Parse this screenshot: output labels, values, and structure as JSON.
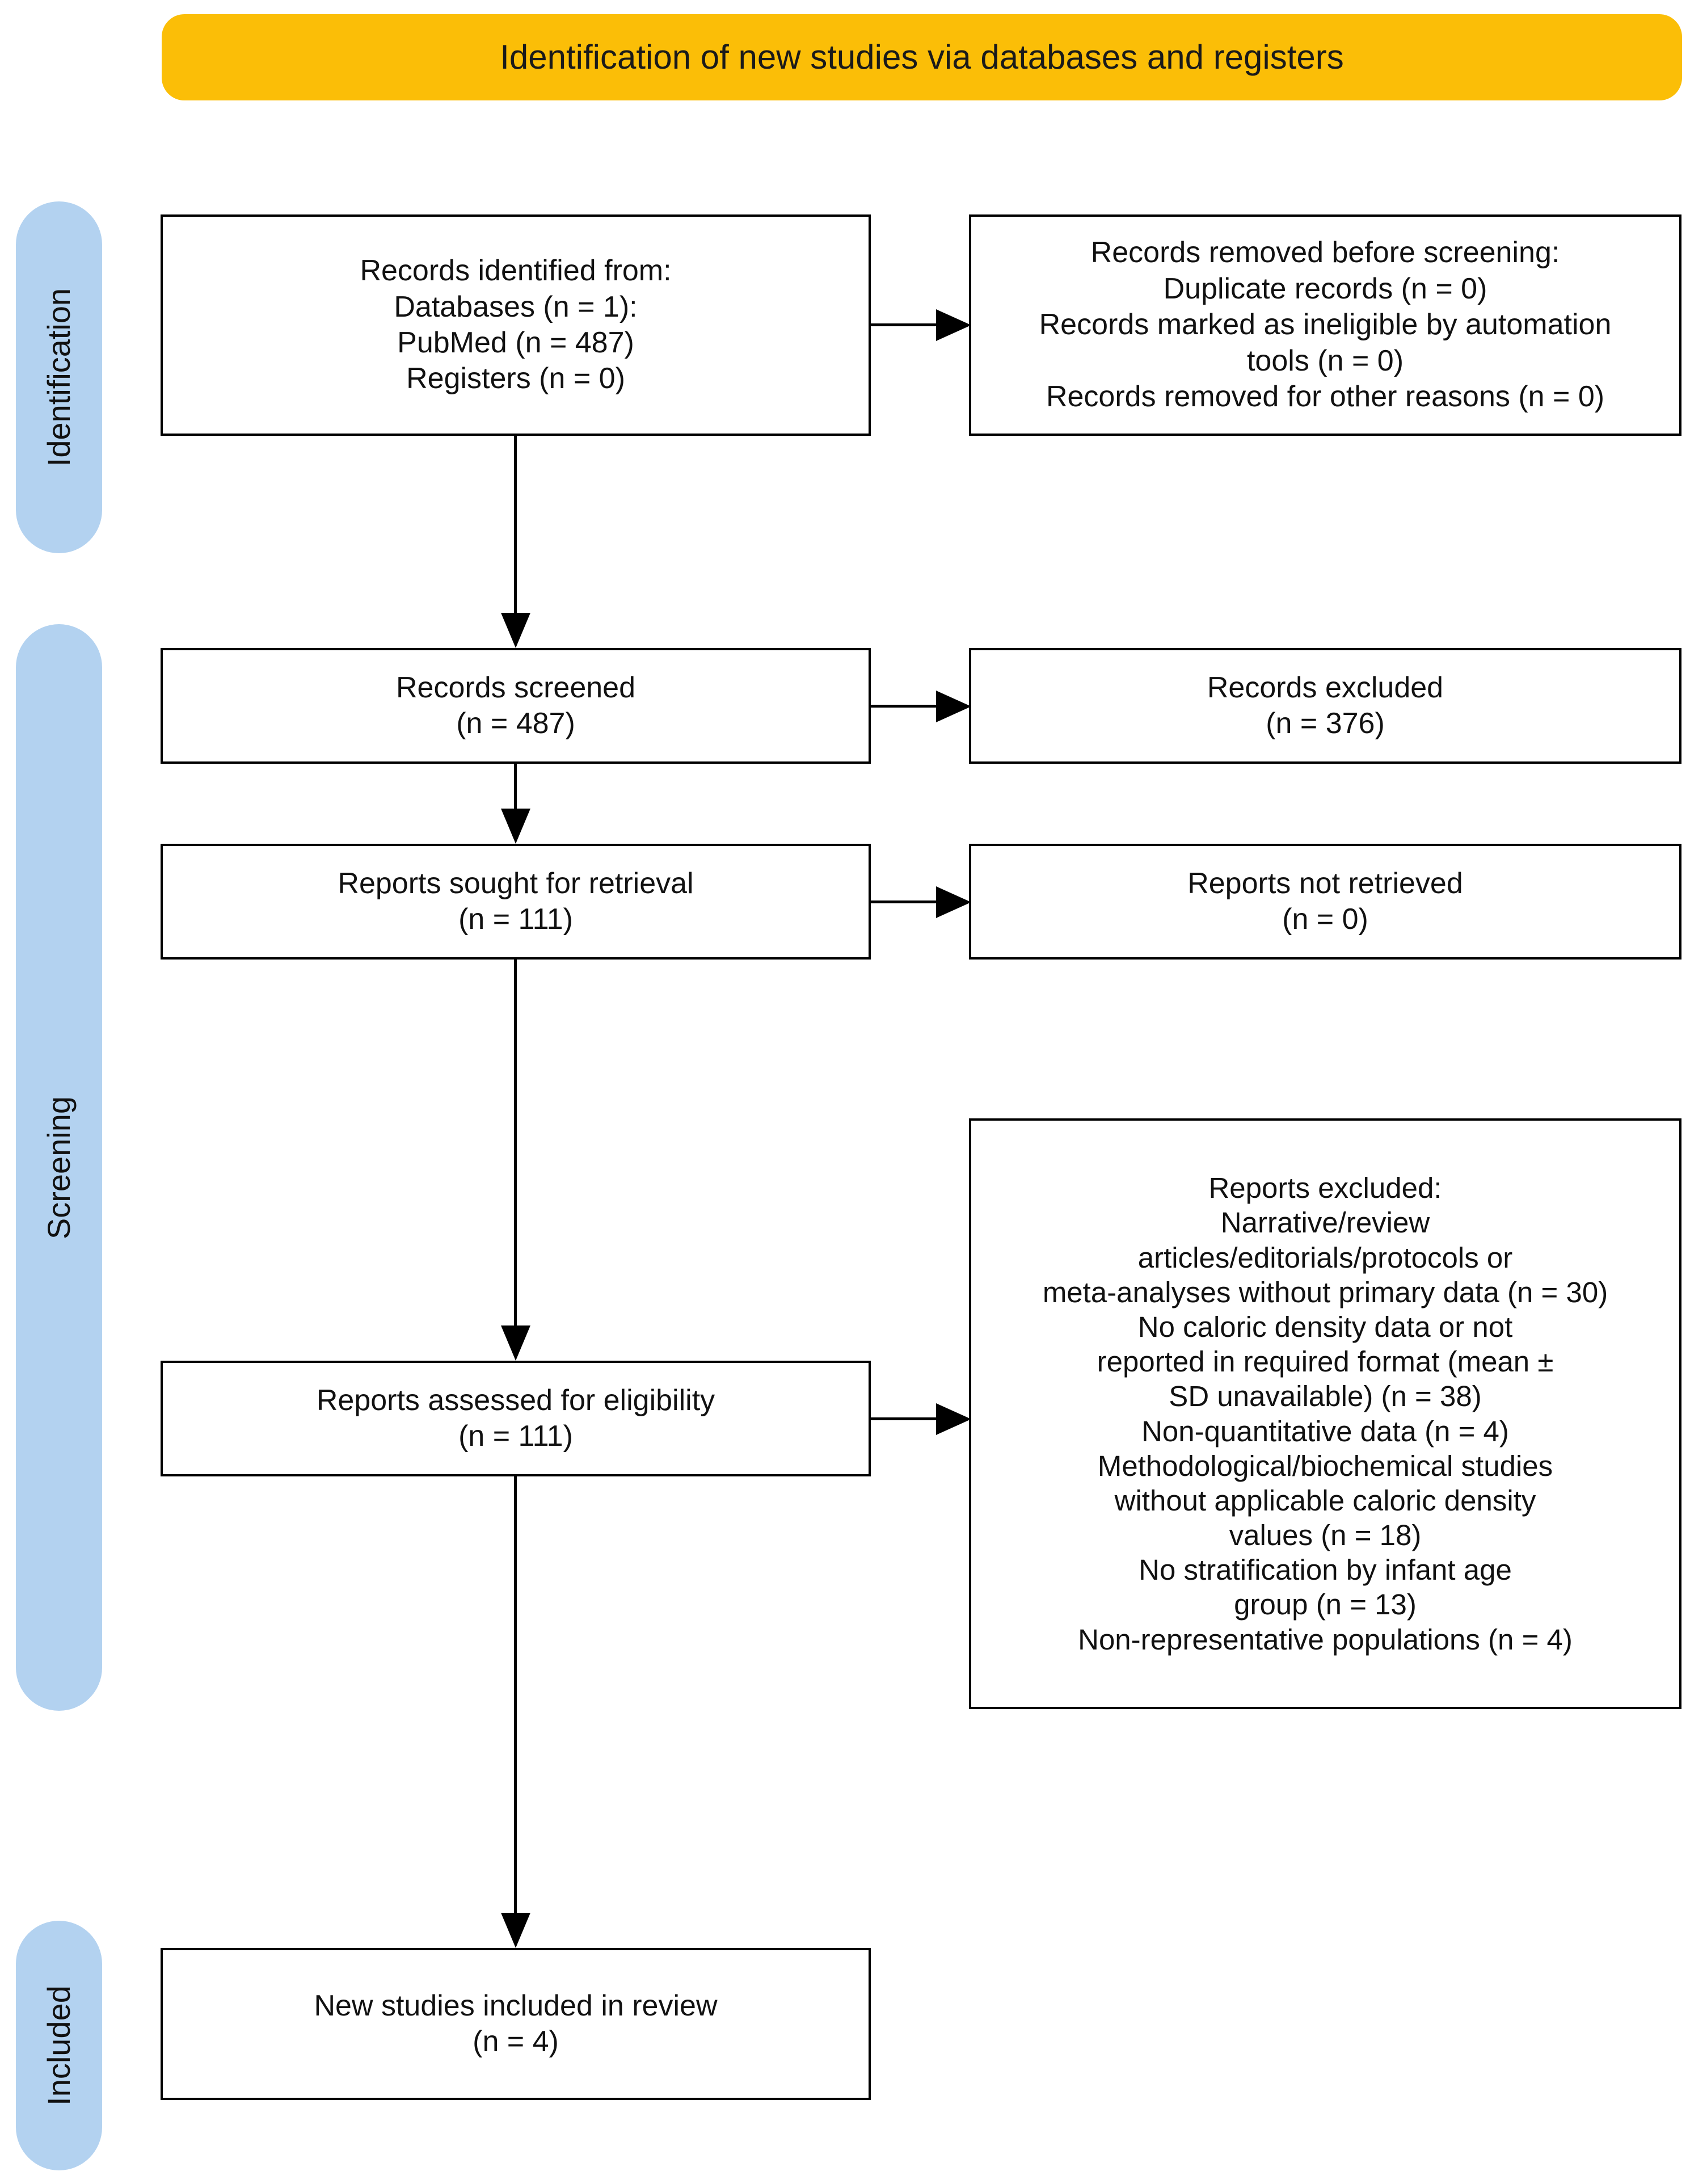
{
  "diagram": {
    "type": "prisma-flow-diagram",
    "banner": {
      "title": "Identification of new studies via databases and registers",
      "color": "#FBBE07"
    },
    "stages": [
      {
        "id": "identification",
        "label": "Identification",
        "color": "#B3D2F0"
      },
      {
        "id": "screening",
        "label": "Screening",
        "color": "#B3D2F0"
      },
      {
        "id": "included",
        "label": "Included",
        "color": "#B3D2F0"
      }
    ],
    "boxes": {
      "identified": {
        "text": "Records identified from:\nDatabases (n = 1):\nPubMed (n = 487)\nRegisters (n = 0)",
        "lines": [
          "Records identified from:",
          "Databases (n = 1):",
          "PubMed (n = 487)",
          "Registers (n = 0)"
        ]
      },
      "removed": {
        "text": "Records removed before screening:\nDuplicate records (n = 0)\nRecords marked as ineligible by automation\ntools (n = 0)\nRecords removed for other reasons (n = 0)",
        "lines": [
          "Records removed before screening:",
          "Duplicate records (n = 0)",
          "Records marked as ineligible by automation",
          "tools (n = 0)",
          "Records removed for other reasons (n = 0)"
        ]
      },
      "screened": {
        "text": "Records screened\n(n = 487)",
        "lines": [
          "Records screened",
          "(n = 487)"
        ]
      },
      "excluded": {
        "text": "Records excluded\n(n = 376)",
        "lines": [
          "Records excluded",
          "(n = 376)"
        ]
      },
      "sought": {
        "text": "Reports sought for retrieval\n(n = 111)",
        "lines": [
          "Reports sought for retrieval",
          "(n = 111)"
        ]
      },
      "not_retrieved": {
        "text": "Reports not retrieved\n(n = 0)",
        "lines": [
          "Reports not retrieved",
          "(n = 0)"
        ]
      },
      "assessed": {
        "text": "Reports assessed for eligibility\n(n = 111)",
        "lines": [
          "Reports assessed for eligibility",
          "(n = 111)"
        ]
      },
      "reports_excluded": {
        "text": "Reports excluded:\nNarrative/review\narticles/editorials/protocols or\nmeta-analyses without primary data (n = 30)\nNo caloric density data or not\nreported in required format (mean ±\nSD unavailable) (n = 38)\nNon-quantitative data (n = 4)\nMethodological/biochemical studies\nwithout applicable caloric density\nvalues (n = 18)\nNo stratification by infant age\ngroup (n = 13)\nNon-representative populations (n = 4)",
        "lines": [
          "Reports excluded:",
          "Narrative/review",
          "articles/editorials/protocols or",
          "meta-analyses without primary data (n = 30)",
          "No caloric density data or not",
          "reported in required format (mean ±",
          "SD unavailable) (n = 38)",
          "Non-quantitative data (n = 4)",
          "Methodological/biochemical studies",
          "without applicable caloric density",
          "values (n = 18)",
          "No stratification by infant age",
          "group (n = 13)",
          "Non-representative populations (n = 4)"
        ],
        "reasons": [
          {
            "reason": "Narrative/review articles/editorials/protocols or meta-analyses without primary data",
            "n": 30
          },
          {
            "reason": "No caloric density data or not reported in required format (mean ± SD unavailable)",
            "n": 38
          },
          {
            "reason": "Non-quantitative data",
            "n": 4
          },
          {
            "reason": "Methodological/biochemical studies without applicable caloric density values",
            "n": 18
          },
          {
            "reason": "No stratification by infant age group",
            "n": 13
          },
          {
            "reason": "Non-representative populations",
            "n": 4
          }
        ]
      },
      "included": {
        "text": "New studies included in review\n(n = 4)",
        "lines": [
          "New studies included in review",
          "(n = 4)"
        ]
      }
    },
    "counts": {
      "databases": 1,
      "pubmed": 487,
      "registers": 0,
      "duplicates_removed": 0,
      "ineligible_automation": 0,
      "removed_other": 0,
      "screened": 487,
      "records_excluded": 376,
      "sought_for_retrieval": 111,
      "not_retrieved": 0,
      "assessed_eligibility": 111,
      "included_studies": 4
    }
  }
}
